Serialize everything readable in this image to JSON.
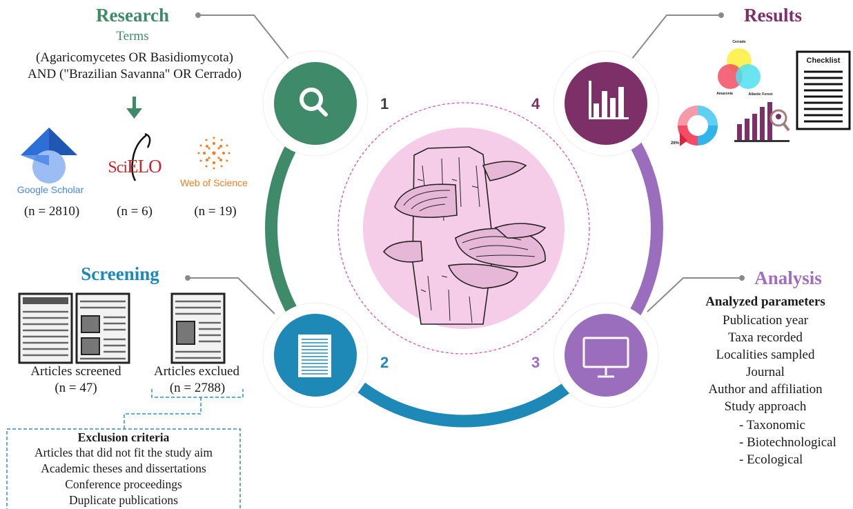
{
  "colors": {
    "research": "#3e8a69",
    "screening": "#1e88b6",
    "analysis": "#9b6dbd",
    "results": "#7d2f67",
    "center_fill": "#f6cde9",
    "dash_circle": "#e0529f"
  },
  "research": {
    "title": "Research",
    "subtitle": "Terms",
    "query_line1": "(Agaricomycetes OR Basidiomycota)",
    "query_line2": "AND (\"Brazilian Savanna\" OR Cerrado)",
    "sources": [
      {
        "name": "Google Scholar",
        "count": "(n = 2810)"
      },
      {
        "name": "SciELO",
        "logo_main": "Sci",
        "logo_rest": "ELO",
        "count": "(n = 6)"
      },
      {
        "name": "Web of Science",
        "count": "(n = 19)"
      }
    ]
  },
  "results": {
    "title": "Results",
    "venn_labels": {
      "top": "Cerrado",
      "left": "Amazonia",
      "right": "Atlantic Forest"
    },
    "donut_label": "26%",
    "checklist_title": "Checklist"
  },
  "screening": {
    "title": "Screening",
    "screened_label": "Articles screened",
    "screened_count": "(n = 47)",
    "excluded_label": "Articles exclued",
    "excluded_count": "(n = 2788)",
    "exclusion_title": "Exclusion criteria",
    "exclusion_items": [
      "Articles that did not fit the study aim",
      "Academic theses and dissertations",
      "Conference proceedings",
      "Duplicate publications"
    ]
  },
  "analysis": {
    "title": "Analysis",
    "params_title": "Analyzed parameters",
    "params": [
      "Publication year",
      "Taxa recorded",
      "Localities sampled",
      "Journal",
      "Author and affiliation",
      "Study approach"
    ],
    "sub_params": [
      "- Taxonomic",
      "- Biotechnological",
      "- Ecological"
    ]
  },
  "steps": {
    "one": "1",
    "two": "2",
    "three": "3",
    "four": "4"
  }
}
